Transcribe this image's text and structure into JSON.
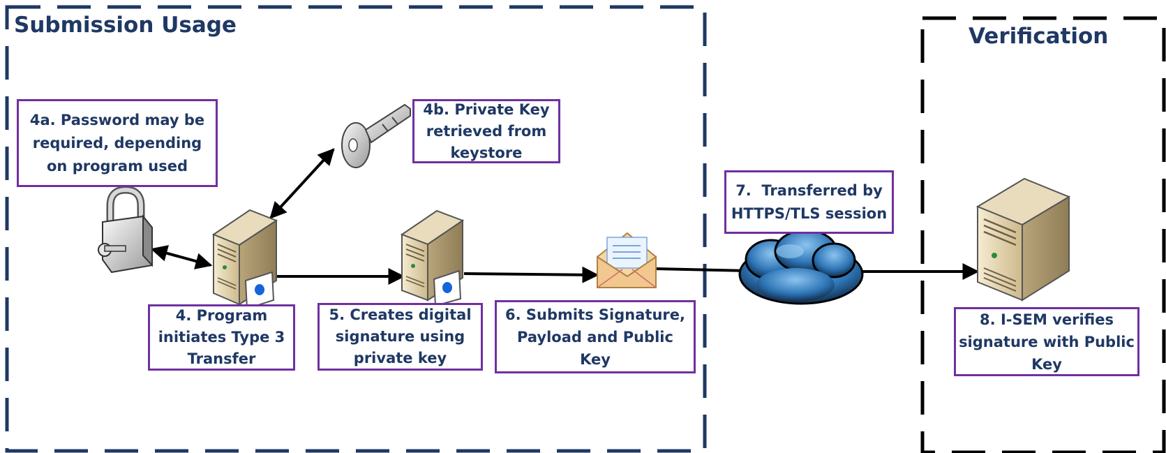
{
  "sections": {
    "submission": {
      "title": "Submission Usage"
    },
    "verification": {
      "title": "Verification"
    }
  },
  "steps": {
    "s4a": {
      "lines": [
        "4a. Password may be",
        "required, depending",
        "on program used"
      ]
    },
    "s4b": {
      "lines": [
        "4b. Private Key",
        "retrieved from",
        "keystore"
      ]
    },
    "s4": {
      "lines": [
        "4. Program",
        "initiates Type 3",
        "Transfer"
      ]
    },
    "s5": {
      "lines": [
        "5. Creates digital",
        "signature using",
        "private key"
      ]
    },
    "s6": {
      "lines": [
        "6. Submits Signature,",
        "Payload and Public",
        "Key"
      ]
    },
    "s7": {
      "lines": [
        "7.  Transferred by",
        "HTTPS/TLS session"
      ]
    },
    "s8": {
      "lines": [
        "8. I-SEM verifies",
        "signature with Public",
        "Key"
      ]
    }
  },
  "icons": {
    "padlock": "padlock-icon",
    "key": "key-icon",
    "server_program": "server-icon",
    "server_signing": "server-icon",
    "envelope": "envelope-icon",
    "cloud": "cloud-icon",
    "server_isem": "server-icon"
  },
  "colors": {
    "title": "#1f3864",
    "step_text": "#1f3864",
    "step_border": "#7030a0",
    "submission_border": "#1f3864",
    "verification_border": "#000000",
    "arrow": "#000000",
    "cloud": "#2e75b6"
  }
}
